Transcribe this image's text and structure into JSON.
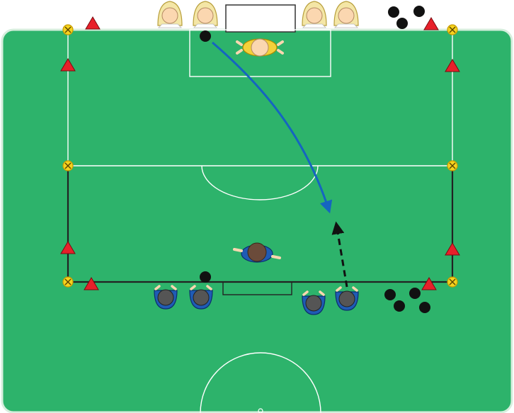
{
  "diagram": {
    "colors": {
      "pitch": "#2db36b",
      "pitch_border": "#d6eedd",
      "line_white": "#ffffff",
      "line_black": "#222222",
      "goal_fill": "#ffffff",
      "goal_stroke": "#333333",
      "cone_red": "#e8202a",
      "marker_yellow": "#f5d21e",
      "ball": "#111111",
      "arrow_pass": "#1565c0",
      "arrow_run": "#111111",
      "team_yellow_shirt": "#f3d13a",
      "team_yellow_hair": "#f4e6a6",
      "team_yellow_skin": "#fbd7b0",
      "team_blue_shirt": "#1f5bb5",
      "team_blue_head": "#555555",
      "team_blue_coach_head": "#6b4b3a"
    },
    "icons": {
      "cone": "red-triangle-cone",
      "marker": "yellow-x-marker",
      "ball": "black-ball",
      "player_yellow": "yellow-player-icon",
      "player_blue": "blue-player-icon"
    },
    "legend": {
      "pass_arrow": "solid-blue-curved-arrow",
      "run_arrow": "dashed-black-arrow"
    }
  }
}
